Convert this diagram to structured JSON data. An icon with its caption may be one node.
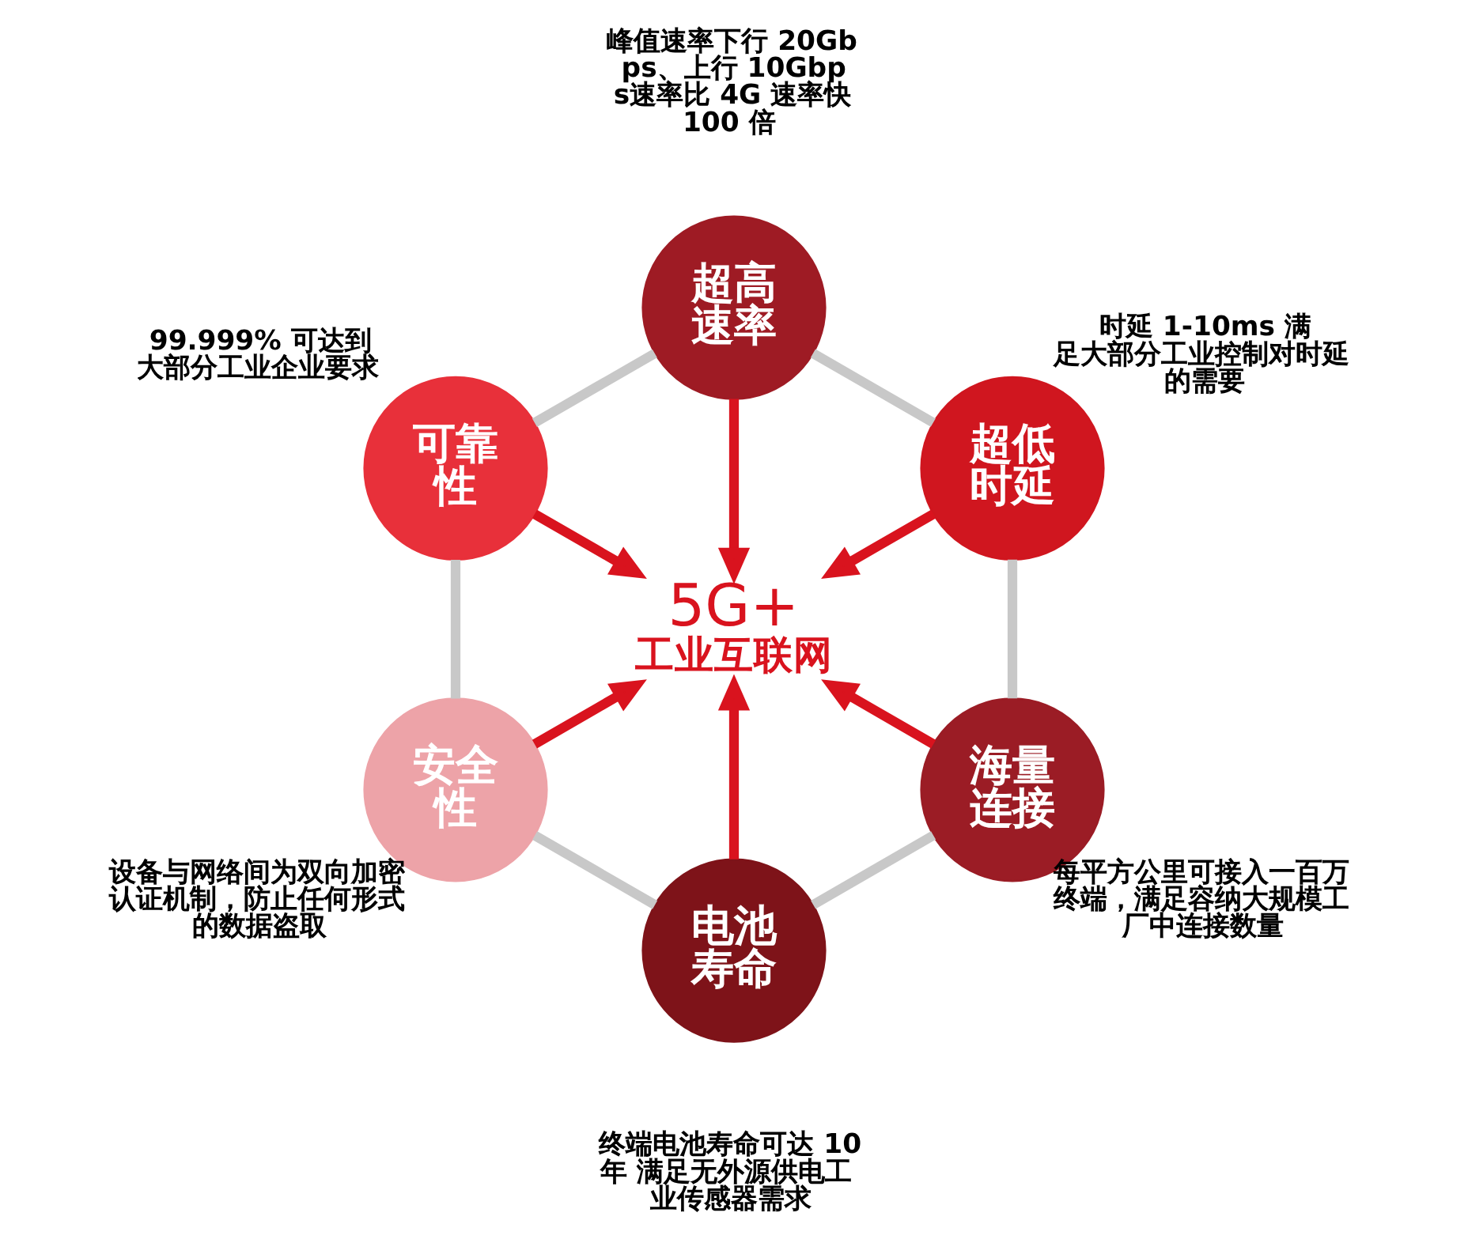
{
  "diagram": {
    "nodes": [
      {
        "text": [
          "超高速率"
        ],
        "beside": [
          "峰值速率下行 20Gbps、上行 10Gbps速率比 4G 速率快 100 倍"
        ]
      },
      {
        "text": [
          "可靠性"
        ],
        "beside": [
          "99.999% 可达到大部分工业企业要求"
        ]
      },
      {
        "text": [
          "超低时延"
        ],
        "beside": [
          "时延 1-10ms 满足大部分工业控制对时延的需要"
        ]
      },
      {
        "text": [
          "5G+",
          "工业互联网"
        ]
      },
      {
        "text": [
          "海量连接"
        ],
        "beside": [
          "每平方公里可接入一百万终端，满足容纳大规模工厂中连接数量"
        ]
      },
      {
        "text": [
          "安全性"
        ],
        "beside": [
          "设备与网络间为双向加密认证机制，防止任何形式的数据盗取"
        ]
      },
      {
        "text": [
          "电池寿命"
        ],
        "beside": [
          "终端电池寿命可达 10 年 满足无外源供电工业传感器需求"
        ]
      }
    ],
    "edges": [
      {
        "from": 0,
        "to": 3,
        "arrow": "to"
      },
      {
        "from": 1,
        "to": 3,
        "arrow": "to"
      },
      {
        "from": 2,
        "to": 3,
        "arrow": "to"
      },
      {
        "from": 4,
        "to": 3,
        "arrow": "to"
      },
      {
        "from": 5,
        "to": 3,
        "arrow": "to"
      },
      {
        "from": 6,
        "to": 3,
        "arrow": "to"
      },
      {
        "from": 0,
        "to": 2,
        "arrow": "none",
        "color": "#c8c8c8"
      },
      {
        "from": 2,
        "to": 4,
        "arrow": "none",
        "color": "#c8c8c8"
      },
      {
        "from": 4,
        "to": 6,
        "arrow": "none",
        "color": "#c8c8c8"
      },
      {
        "from": 6,
        "to": 5,
        "arrow": "none",
        "color": "#c8c8c8"
      },
      {
        "from": 5,
        "to": 1,
        "arrow": "none",
        "color": "#c8c8c8"
      },
      {
        "from": 1,
        "to": 0,
        "arrow": "none",
        "color": "#c8c8c8"
      }
    ]
  }
}
